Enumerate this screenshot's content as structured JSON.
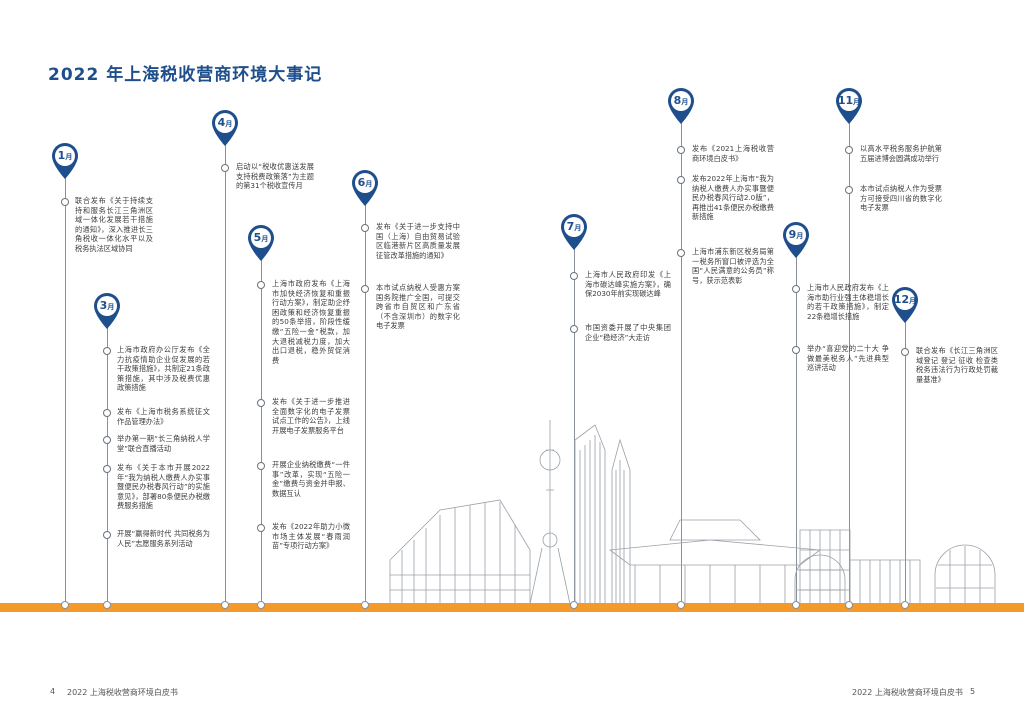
{
  "title": "2022 年上海税收营商环境大事记",
  "months": [
    {
      "num": "1",
      "unit": "月"
    },
    {
      "num": "3",
      "unit": "月"
    },
    {
      "num": "4",
      "unit": "月"
    },
    {
      "num": "5",
      "unit": "月"
    },
    {
      "num": "6",
      "unit": "月"
    },
    {
      "num": "7",
      "unit": "月"
    },
    {
      "num": "8",
      "unit": "月"
    },
    {
      "num": "9",
      "unit": "月"
    },
    {
      "num": "11",
      "unit": "月"
    },
    {
      "num": "12",
      "unit": "月"
    }
  ],
  "events": {
    "jan": [
      "联合发布《关于持续支持和服务长江三角洲区域一体化发展若干措施的通知》，深入推进长三角税收一体化水平以及税务执法区域协同"
    ],
    "mar": [
      "上海市政府办公厅发布《全力抗疫情助企业促发展的若干政策措施》，共制定21条政策措施，其中涉及税费优惠政策措施",
      "发布《上海市税务系统征文作品管理办法》",
      "举办第一期“长三角纳税人学堂”联合直播活动",
      "发布《关于本市开展2022年“我为纳税人缴费人办实事暨便民办税春风行动”的实施意见》，部署80条便民办税缴费服务措施",
      "开展“赢得新时代 共同税务为人民”志愿服务系列活动"
    ],
    "apr": [
      "启动以“税收优惠送发展 支持税费政策落”为主题的第31个税收宣传月"
    ],
    "may": [
      "上海市政府发布《上海市加快经济恢复和重振行动方案》，制定助企纾困政策和经济恢复重振的50条举措，阶段性缓缴“五险一金”税款，加大退税减税力度，加大出口退税，稳外贸促消费",
      "发布《关于进一步推进全面数字化的电子发票试点工作的公告》，上线开展电子发票服务平台",
      "开展企业纳税缴费“一件事”改革，实现“五险一金”缴费与资金并申报、数据互认",
      "发布《2022年助力小微市场主体发展“春雨润苗”专项行动方案》"
    ],
    "jun": [
      "发布《关于进一步支持中国（上海）自由贸易试验区临港新片区高质量发展征管改革措施的通知》",
      "本市试点纳税人受惠方案国务院推广全国，可提交跨省市自贸区和广东省（不含深圳市）的数字化电子发票"
    ],
    "jul": [
      "上海市人民政府印发《上海市碳达峰实施方案》，确保2030年前实现碳达峰",
      "市国资委开展了中央集团企业“稳经济”大走访"
    ],
    "aug": [
      "发布《2021上海税收营商环境白皮书》",
      "发布2022年上海市“我为纳税人缴费人办实事暨便民办税春风行动2.0版”，再推出41条便民办税缴费新措施",
      "上海市浦东新区税务局第一税务所窗口被评选为全国“人民满意的公务员”称号，获示范表彰"
    ],
    "sep": [
      "上海市人民政府发布《上海市助行业强主体稳增长的若干政策措施》，制定22条稳增长措施",
      "举办“喜迎党的二十大 争做最美税务人”先进典型巡讲活动"
    ],
    "nov": [
      "以高水平税务服务护航第五届进博会圆满成功举行",
      "本市试点纳税人作为受票方可接受四川省的数字化电子发票"
    ],
    "dec": [
      "联合发布《长江三角洲区域登记 登记 征收 检查类税务违法行为行政处罚裁量基准》"
    ]
  },
  "footer": {
    "left_page": "4",
    "left_title": "2022 上海税收营商环境白皮书",
    "right_title": "2022 上海税收营商环境白皮书",
    "right_page": "5"
  }
}
